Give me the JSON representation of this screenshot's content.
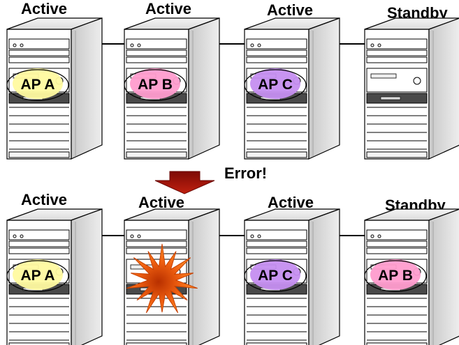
{
  "before": {
    "servers": [
      {
        "state": "Active",
        "app": "AP A",
        "app_color": "#fffaa0"
      },
      {
        "state": "Active",
        "app": "AP B",
        "app_color": "#ff9ccd"
      },
      {
        "state": "Active",
        "app": "AP C",
        "app_color": "#c58ef0"
      },
      {
        "state": "Standby",
        "app": "",
        "app_color": ""
      }
    ]
  },
  "transition": {
    "label": "Error!",
    "arrow_color": "#a0150c"
  },
  "after": {
    "servers": [
      {
        "state": "Active",
        "app": "AP A",
        "app_color": "#fffaa0",
        "failed": false
      },
      {
        "state": "Active",
        "app": "",
        "app_color": "",
        "failed": true
      },
      {
        "state": "Active",
        "app": "AP C",
        "app_color": "#c58ef0",
        "failed": false
      },
      {
        "state": "Standby",
        "app": "AP B",
        "app_color": "#ff9ccd",
        "failed": false
      }
    ]
  },
  "colors": {
    "burst_outer": "#ff8a10",
    "burst_inner": "#d23a00",
    "server_front": "#ffffff",
    "server_side": "#d8d8d8"
  }
}
